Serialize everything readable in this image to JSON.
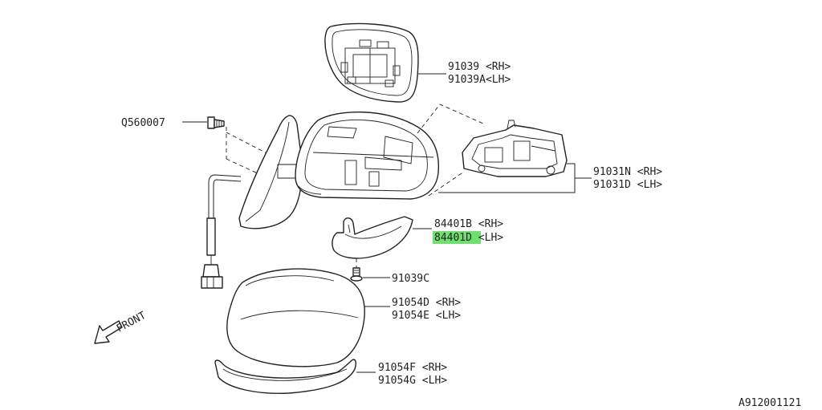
{
  "labels": {
    "mirror_glass_rh": "91039 <RH>",
    "mirror_glass_lh": "91039A<LH>",
    "bolt": "Q560007",
    "mirror_assy_rh": "91031N <RH>",
    "mirror_assy_lh": "91031D <LH>",
    "turn_lamp_rh": "84401B <RH>",
    "turn_lamp_lh": "84401D <LH>",
    "screw": "91039C",
    "cover_rh": "91054D <RH>",
    "cover_lh": "91054E <LH>",
    "garnish_rh": "91054F <RH>",
    "garnish_lh": "91054G <LH>",
    "front": "FRONT",
    "diagram_id": "A912001121"
  },
  "colors": {
    "line": "#222222",
    "highlight": "#6ee06e"
  }
}
